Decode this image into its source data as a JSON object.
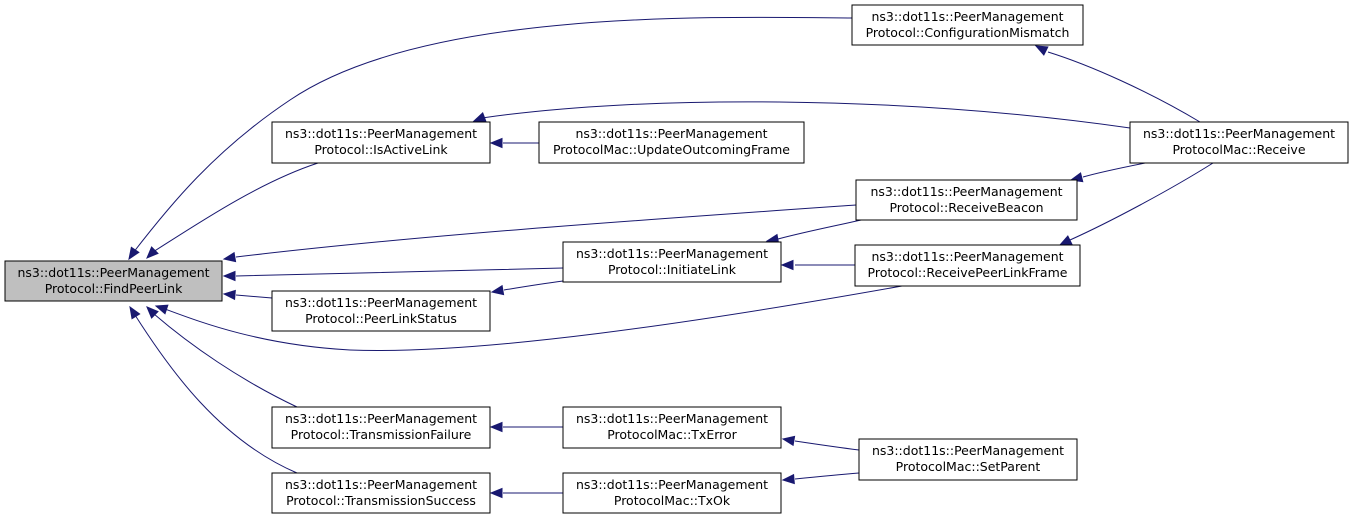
{
  "graph": {
    "nodes": {
      "find_peer_link": {
        "line1": "ns3::dot11s::PeerManagement",
        "line2": "Protocol::FindPeerLink"
      },
      "is_active_link": {
        "line1": "ns3::dot11s::PeerManagement",
        "line2": "Protocol::IsActiveLink"
      },
      "peer_link_status": {
        "line1": "ns3::dot11s::PeerManagement",
        "line2": "Protocol::PeerLinkStatus"
      },
      "transmission_failure": {
        "line1": "ns3::dot11s::PeerManagement",
        "line2": "Protocol::TransmissionFailure"
      },
      "transmission_success": {
        "line1": "ns3::dot11s::PeerManagement",
        "line2": "Protocol::TransmissionSuccess"
      },
      "update_outcoming_frame": {
        "line1": "ns3::dot11s::PeerManagement",
        "line2": "ProtocolMac::UpdateOutcomingFrame"
      },
      "initiate_link": {
        "line1": "ns3::dot11s::PeerManagement",
        "line2": "Protocol::InitiateLink"
      },
      "tx_error": {
        "line1": "ns3::dot11s::PeerManagement",
        "line2": "ProtocolMac::TxError"
      },
      "tx_ok": {
        "line1": "ns3::dot11s::PeerManagement",
        "line2": "ProtocolMac::TxOk"
      },
      "configuration_mismatch": {
        "line1": "ns3::dot11s::PeerManagement",
        "line2": "Protocol::ConfigurationMismatch"
      },
      "receive_beacon": {
        "line1": "ns3::dot11s::PeerManagement",
        "line2": "Protocol::ReceiveBeacon"
      },
      "receive_peer_link_frame": {
        "line1": "ns3::dot11s::PeerManagement",
        "line2": "Protocol::ReceivePeerLinkFrame"
      },
      "set_parent": {
        "line1": "ns3::dot11s::PeerManagement",
        "line2": "ProtocolMac::SetParent"
      },
      "mac_receive": {
        "line1": "ns3::dot11s::PeerManagement",
        "line2": "ProtocolMac::Receive"
      }
    },
    "edges": [
      {
        "from": "configuration_mismatch",
        "to": "find_peer_link"
      },
      {
        "from": "is_active_link",
        "to": "find_peer_link"
      },
      {
        "from": "receive_beacon",
        "to": "find_peer_link"
      },
      {
        "from": "initiate_link",
        "to": "find_peer_link"
      },
      {
        "from": "peer_link_status",
        "to": "find_peer_link"
      },
      {
        "from": "receive_peer_link_frame",
        "to": "find_peer_link"
      },
      {
        "from": "transmission_failure",
        "to": "find_peer_link"
      },
      {
        "from": "transmission_success",
        "to": "find_peer_link"
      },
      {
        "from": "mac_receive",
        "to": "is_active_link"
      },
      {
        "from": "update_outcoming_frame",
        "to": "is_active_link"
      },
      {
        "from": "initiate_link",
        "to": "peer_link_status"
      },
      {
        "from": "receive_beacon",
        "to": "initiate_link"
      },
      {
        "from": "receive_peer_link_frame",
        "to": "initiate_link"
      },
      {
        "from": "tx_error",
        "to": "transmission_failure"
      },
      {
        "from": "tx_ok",
        "to": "transmission_success"
      },
      {
        "from": "mac_receive",
        "to": "configuration_mismatch"
      },
      {
        "from": "mac_receive",
        "to": "receive_beacon"
      },
      {
        "from": "mac_receive",
        "to": "receive_peer_link_frame"
      },
      {
        "from": "set_parent",
        "to": "tx_error"
      },
      {
        "from": "set_parent",
        "to": "tx_ok"
      }
    ]
  }
}
